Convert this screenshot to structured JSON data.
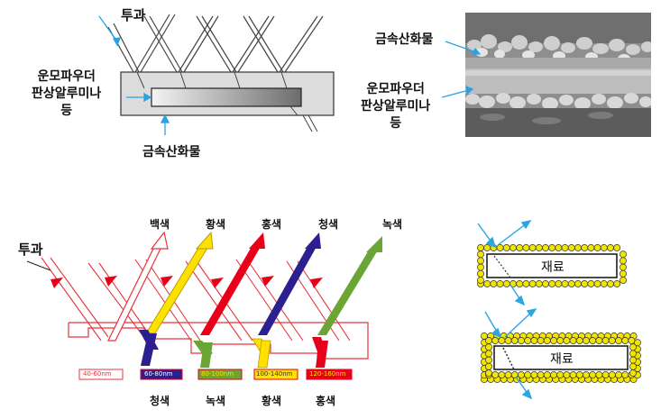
{
  "top_left": {
    "transmit_label": "투과",
    "substrate_label": "운모파우더\n판상알루미나\n등",
    "oxide_label": "금속산화물"
  },
  "top_right": {
    "oxide_label": "금속산화물",
    "substrate_label": "운모파우더\n판상알루미나\n등"
  },
  "bottom_left": {
    "transmit_label": "투과",
    "reflected_colors": [
      "백색",
      "황색",
      "홍색",
      "청색",
      "녹색"
    ],
    "transmitted_colors": [
      "청색",
      "녹색",
      "황색",
      "홍색"
    ],
    "thickness_labels": [
      "40-60nm",
      "60-80nm",
      "80-100nm",
      "100-140nm",
      "120-160nm"
    ],
    "colors": {
      "outline": "#e8323c",
      "white": "#ffffff",
      "yellow": "#ffe100",
      "red": "#e8001b",
      "blue": "#2c1f8f",
      "green": "#6aa535"
    }
  },
  "bottom_right": {
    "material_label_1": "재료",
    "material_label_2": "재료",
    "colors": {
      "bead": "#f2e500",
      "arrow": "#2aa6e0"
    }
  }
}
